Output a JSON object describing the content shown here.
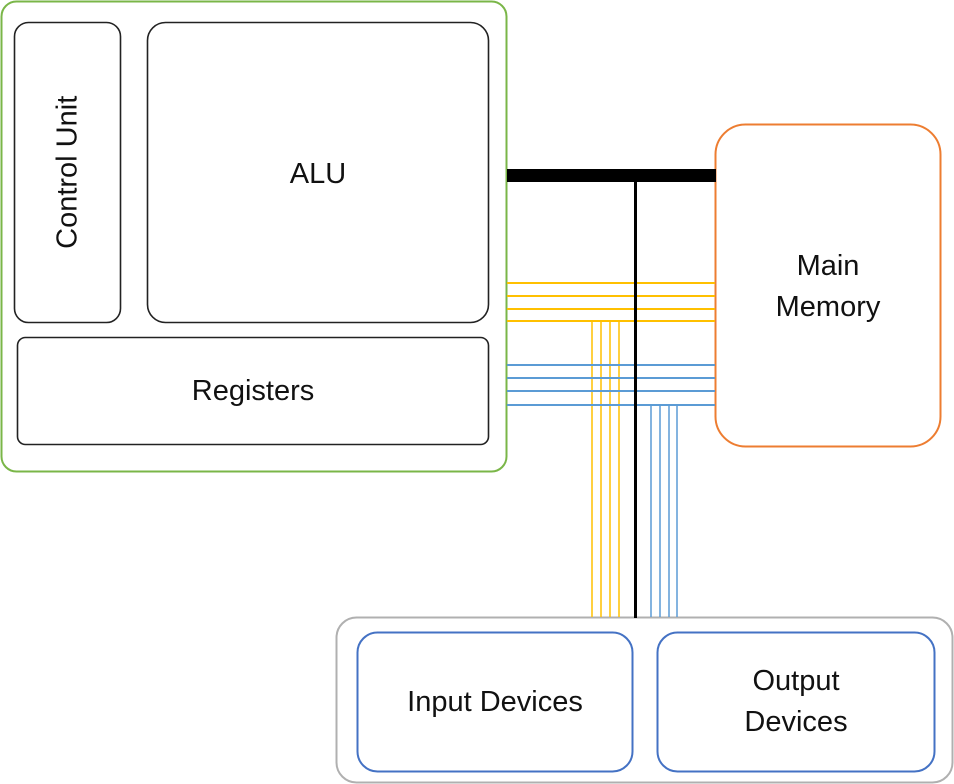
{
  "colors": {
    "cpu": "#7ab648",
    "memory": "#ed7d31",
    "io_container": "#b0b0b0",
    "io_device": "#4472c4",
    "control_bus": "#ffc000",
    "data_bus": "#5b9bd5",
    "address_bus": "#000000",
    "inner_box": "#222222"
  },
  "cpu": {
    "control_unit": "Control Unit",
    "alu": "ALU",
    "registers": "Registers"
  },
  "memory": {
    "label_line1": "Main",
    "label_line2": "Memory"
  },
  "io": {
    "input": "Input Devices",
    "output_line1": "Output",
    "output_line2": "Devices"
  }
}
